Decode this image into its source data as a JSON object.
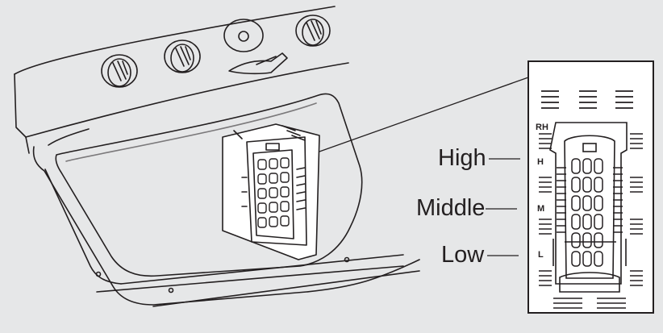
{
  "labels": {
    "high": "High",
    "middle": "Middle",
    "low": "Low"
  },
  "filter_markings": {
    "rh": "RH",
    "h": "H",
    "m": "M",
    "l": "L"
  },
  "colors": {
    "background": "#e6e7e8",
    "line": "#231f20",
    "panel": "#ffffff"
  }
}
